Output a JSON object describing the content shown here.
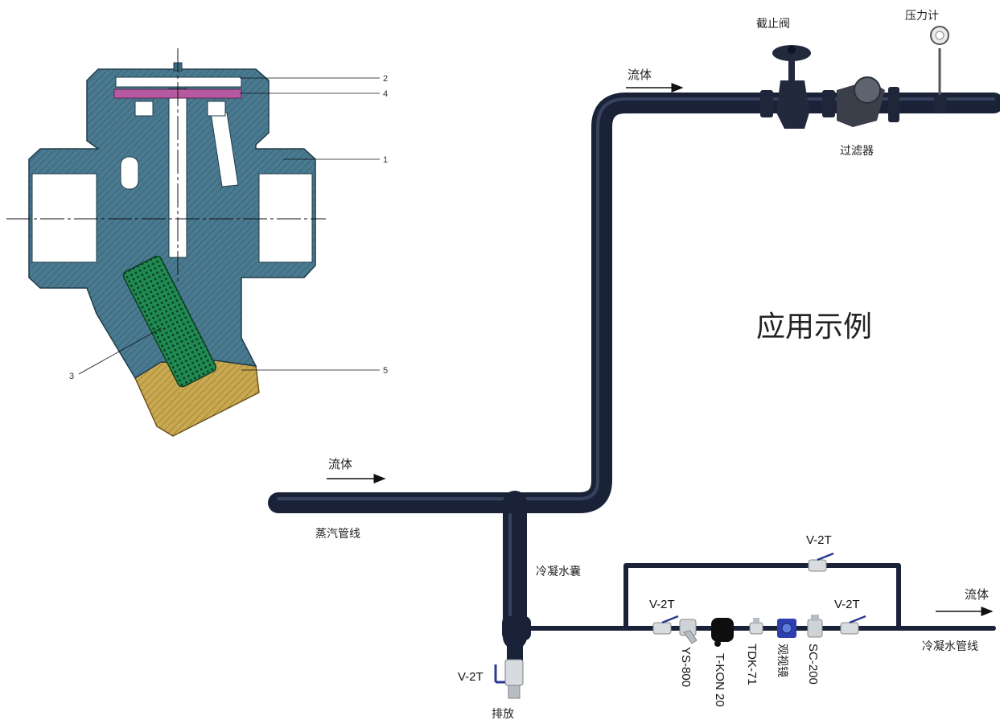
{
  "title": "应用示例",
  "callouts": [
    "1",
    "2",
    "3",
    "4",
    "5"
  ],
  "labels": {
    "flow": "流体",
    "steam_line": "蒸汽管线",
    "condensate_pocket": "冷凝水囊",
    "condensate_line": "冷凝水管线",
    "stop_valve": "截止阀",
    "pressure_gauge": "压力计",
    "strainer": "过滤器",
    "drain": "排放",
    "sight_glass": "观视镜"
  },
  "components": {
    "valve": "V-2T",
    "strainer_model": "YS-800",
    "tkon": "T-KON 20",
    "trap": "TDK-71",
    "check": "SC-200"
  },
  "colors": {
    "pipe": "#1a2238",
    "body": "#3d6a80",
    "filter": "#1e7a4a",
    "cap": "#c2a24a",
    "disc": "#b55aa0"
  }
}
